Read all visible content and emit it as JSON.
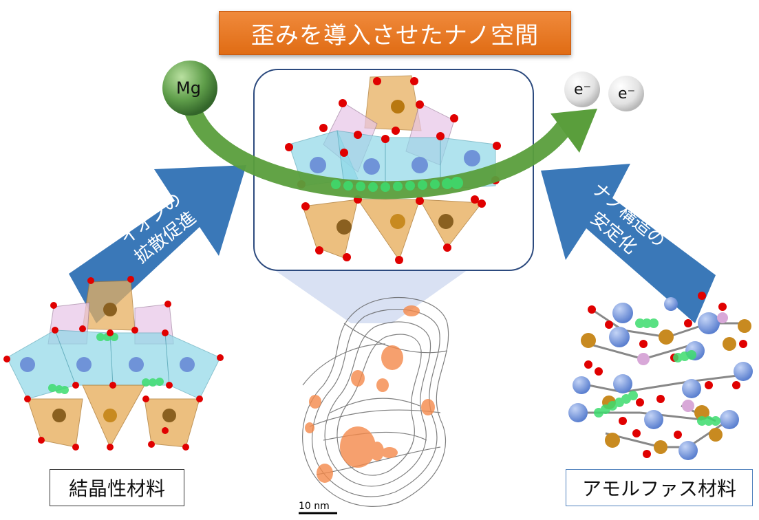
{
  "title": "歪みを導入させたナノ空間",
  "ion": "Mg",
  "electrons": [
    "e⁻",
    "e⁻"
  ],
  "left_arrow": {
    "line1": "イオンの",
    "line2": "拡散促進"
  },
  "right_arrow": {
    "line1": "ナノ構造の",
    "line2": "安定化"
  },
  "left_label": "結晶性材料",
  "right_label": "アモルファス材料",
  "scale_bar": "10 nm",
  "colors": {
    "title_bg": "#e8741f",
    "arrow_blue": "#3a78b8",
    "curve_green": "#5a9e3c",
    "oxygen": "#e00000",
    "octa_cyan": "#8fd8e8",
    "tetra_orange": "#e8b060",
    "cation_blue": "#6f93d8",
    "ion_green": "#3ddc6e",
    "cluster_orange": "#f5894a"
  }
}
